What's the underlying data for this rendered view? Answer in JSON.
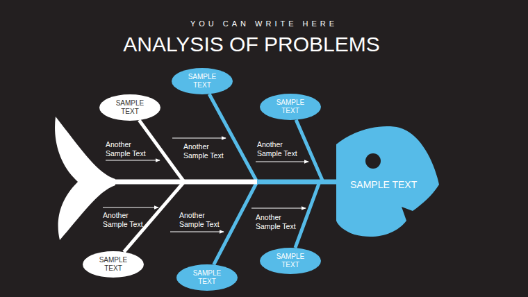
{
  "diagram": {
    "title": "ANALYSIS OF PROBLEMS",
    "nodes": [
      {
        "text": [
          "SAMPLE TEXT"
        ]
      },
      {
        "text": [
          "SAMPLE TEXT"
        ]
      },
      {
        "text": [
          "SAMPLE TEXT"
        ]
      },
      {
        "text": [
          "SAMPLE TEXT"
        ]
      },
      {
        "text": [
          "SAMPLE TEXT"
        ]
      },
      {
        "text": [
          "SAMPLE TEXT"
        ]
      },
      {
        "text": [
          "SAMPLE TEXT"
        ]
      }
    ],
    "edges": [
      {
        "from": 0,
        "to": 3,
        "arrow": "none"
      },
      {
        "from": 1,
        "to": 3,
        "arrow": "none"
      },
      {
        "from": 2,
        "to": 3,
        "arrow": "none"
      },
      {
        "from": 4,
        "to": 3,
        "arrow": "none"
      },
      {
        "from": 5,
        "to": 3,
        "arrow": "none"
      },
      {
        "from": 6,
        "to": 3,
        "arrow": "none"
      }
    ],
    "labels": [
      "YOU CAN WRITE HERE",
      "Another Sample Text",
      "Another Sample Text",
      "Another Sample Text",
      "Another Sample Text",
      "Another Sample Text",
      "Another Sample Text"
    ]
  }
}
